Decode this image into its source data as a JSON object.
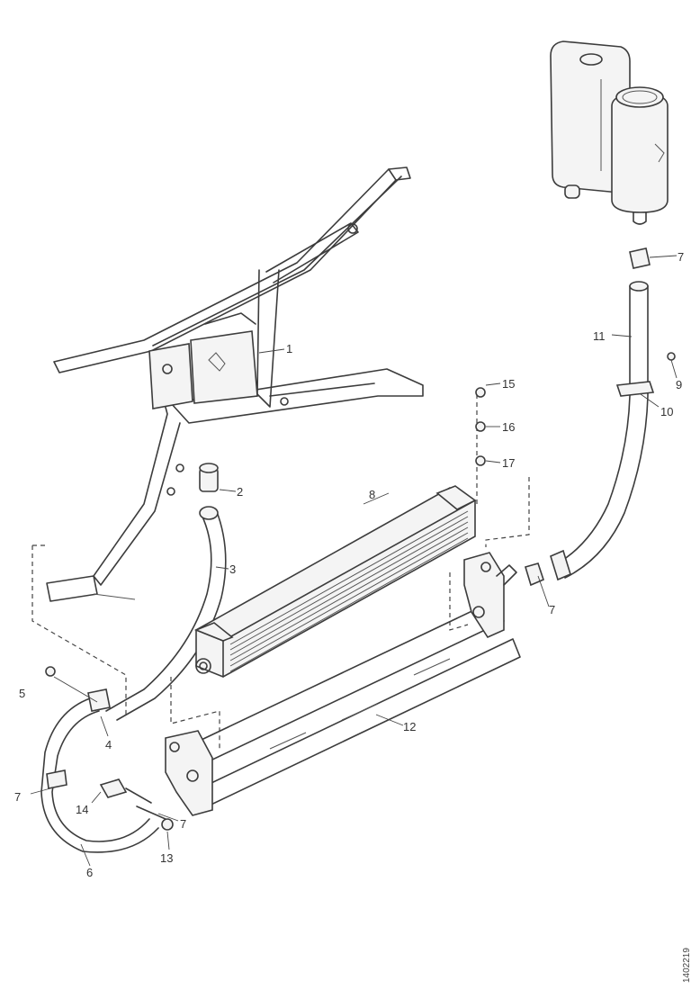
{
  "callouts": {
    "c1": "1",
    "c2": "2",
    "c3": "3",
    "c4": "4",
    "c5": "5",
    "c6": "6",
    "c7a": "7",
    "c7b": "7",
    "c7c": "7",
    "c7d": "7",
    "c8": "8",
    "c9": "9",
    "c10": "10",
    "c11": "11",
    "c12": "12",
    "c13": "13",
    "c14": "14",
    "c15": "15",
    "c16": "16",
    "c17": "17"
  },
  "reference": "1402219"
}
